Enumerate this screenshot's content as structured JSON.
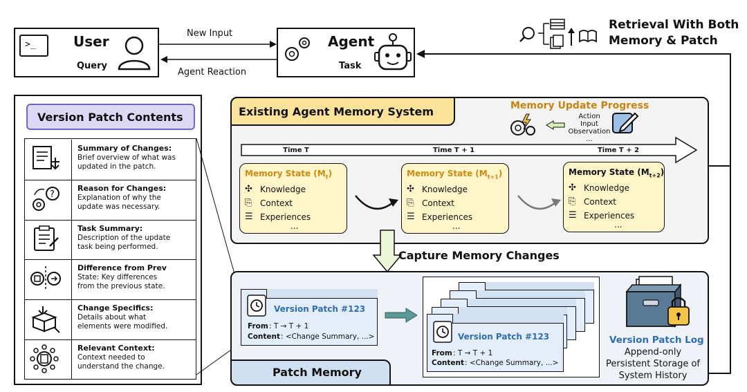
{
  "top": {
    "user_title": "User",
    "user_sub": "Query",
    "agent_title": "Agent",
    "agent_sub": "Task",
    "new_input": "New Input",
    "agent_reaction": "Agent Reaction",
    "retrieval_line1": "Retrieval With Both",
    "retrieval_line2": "Memory & Patch",
    "prompt_symbol": ">_"
  },
  "vpc": {
    "title": "Version Patch Contents",
    "items": [
      {
        "title": "Summary of Changes:",
        "desc": [
          "Brief overview of what was",
          "updated in the patch."
        ]
      },
      {
        "title": "Reason for Changes:",
        "desc": [
          "Explanation of why the",
          "update was necessary."
        ]
      },
      {
        "title": "Task Summary:",
        "desc": [
          "Description of the update",
          "task being performed."
        ]
      },
      {
        "title": "Difference from Prev",
        "desc": [
          "State: Key differences",
          "from the previous state."
        ]
      },
      {
        "title": "Change Specifics:",
        "desc": [
          "Details about what",
          "elements were modified."
        ]
      },
      {
        "title": "Relevant Context:",
        "desc": [
          "Context needed to",
          "understand the change."
        ]
      }
    ]
  },
  "memsys": {
    "title": "Existing Agent Memory System",
    "progress_title": "Memory Update Progress",
    "progress_items": [
      "Action",
      "Input",
      "Observation",
      "..."
    ],
    "times": [
      "Time T",
      "Time T + 1",
      "Time T + 2"
    ],
    "states": [
      {
        "label": "Memory State (M",
        "sub": "t",
        "close": ")"
      },
      {
        "label": "Memory State (M",
        "sub": "t+1",
        "close": ")"
      },
      {
        "label": "Memory State (M",
        "sub": "t+2",
        "close": ")"
      }
    ],
    "state_items": [
      "Knowledge",
      "Context",
      "Experiences",
      "..."
    ]
  },
  "capture": "Capture Memory Changes",
  "patch": {
    "section_title": "Patch Memory",
    "card_title": "Version Patch #123",
    "from_label": "From",
    "from_value": ": T → T + 1",
    "content_label": "Content",
    "content_value": ": <Change Summary, ...>",
    "log_title": "Version Patch Log",
    "log_lines": [
      "Append-only",
      "Persistent Storage of",
      "System History"
    ]
  },
  "colors": {
    "yellow": "#f6c445",
    "yellow_light": "#fdf6d8",
    "yellow_panel": "#fff3c4",
    "gray_panel": "#f2f2f2",
    "blue_light": "#dbe9f6",
    "blue_card": "#e3eefa",
    "blue_text": "#2f6db5",
    "purple": "#dcd8f5",
    "orange": "#e39a1f",
    "arrow_green": "#eaf6d6",
    "teal": "#5b9a98"
  }
}
